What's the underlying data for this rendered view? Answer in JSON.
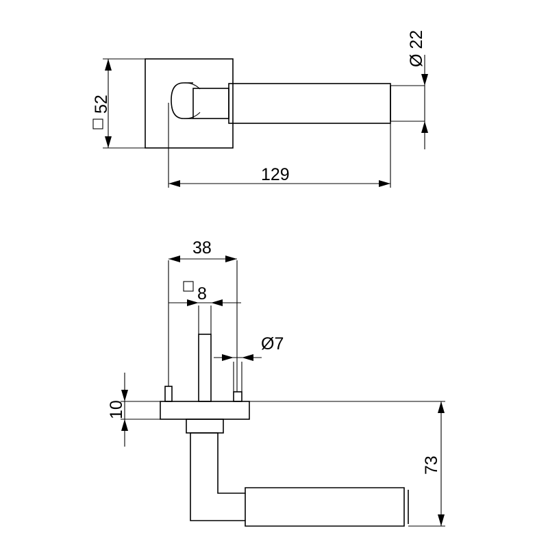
{
  "top_view": {
    "rose_size": "52",
    "rose_symbol": "□",
    "lever_length": "129",
    "grip_diameter": "Ø 22"
  },
  "side_view": {
    "spindle_spread": "38",
    "spindle_square": "8",
    "spindle_square_symbol": "□",
    "pin_diameter": "Ø7",
    "rose_thickness": "10",
    "projection": "73"
  },
  "colors": {
    "line": "#000000",
    "background": "#ffffff"
  }
}
